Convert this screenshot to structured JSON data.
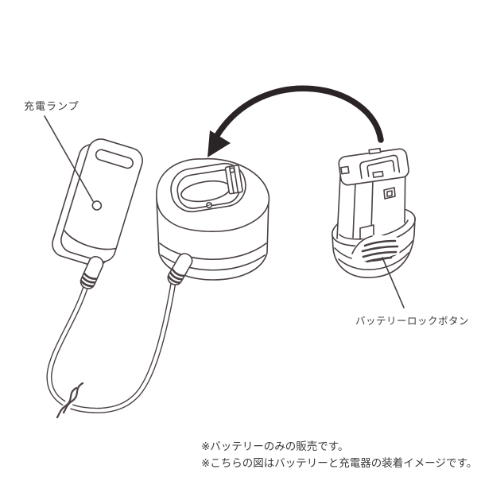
{
  "diagram": {
    "labels": {
      "charge_lamp": "充電ランプ",
      "battery_lock_button": "バッテリーロックボタン"
    },
    "notes": [
      "※バッテリーのみの販売です。",
      "※こちらの図はバッテリーと充電器の装着イメージです。"
    ],
    "colors": {
      "line": "#4a4143",
      "arrow": "#2b2426",
      "text": "#3c3a3b",
      "background": "#ffffff"
    },
    "icons": {
      "insert_arrow": "curved-arrow-down-left-icon",
      "break_mark": "cable-break-squiggle"
    }
  }
}
